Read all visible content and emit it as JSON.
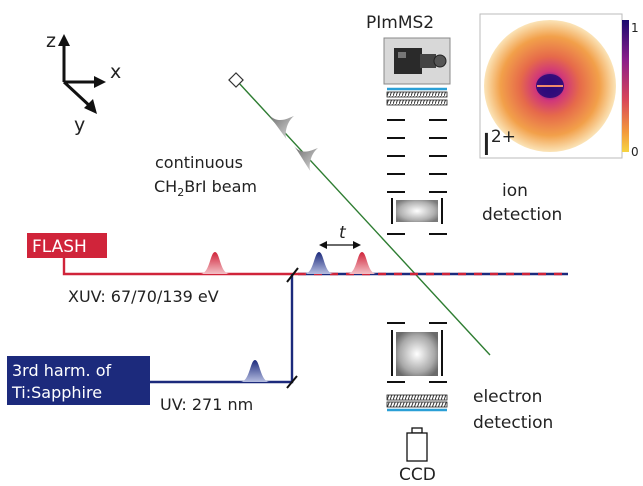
{
  "colors": {
    "xuv": "#d0243a",
    "uv": "#1c2a7c",
    "molecular_beam": "#2e7d32",
    "mcp_blue": "#2a9fd6",
    "colorbar_top": "#1a0a6e",
    "colorbar_bottom": "#f5d442"
  },
  "axes": {
    "z": "z",
    "x": "x",
    "y": "y"
  },
  "camera": {
    "name": "PImMS2",
    "icon": "camera-icon"
  },
  "beam": {
    "line1": "continuous",
    "line2_prefix": "CH",
    "line2_sub": "2",
    "line2_suffix": "BrI beam"
  },
  "lasers": {
    "flash": {
      "label": "FLASH",
      "beam_label": "XUV: 67/70/139 eV"
    },
    "uv_source": {
      "line1": "3rd harm. of",
      "line2": "Ti:Sapphire",
      "beam_label": "UV: 271 nm"
    }
  },
  "delay": {
    "symbol": "t"
  },
  "detectors": {
    "ion": {
      "line1": "ion",
      "line2": "detection"
    },
    "electron": {
      "line1": "electron",
      "line2": "detection"
    },
    "ccd": "CCD"
  },
  "inset": {
    "ion_label": "I",
    "ion_charge": "2+",
    "colorbar_max": "1",
    "colorbar_min": "0"
  }
}
